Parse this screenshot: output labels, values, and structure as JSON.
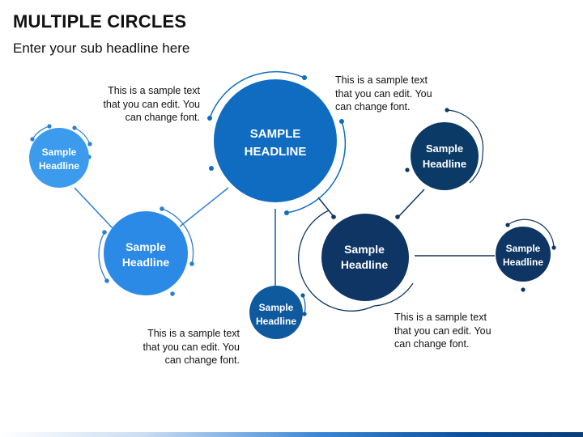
{
  "header": {
    "title": "MULTIPLE CIRCLES",
    "subtitle": "Enter your sub headline here"
  },
  "colors": {
    "center": "#0F6CC1",
    "light": "#3D9BEE",
    "medium": "#2A8AE6",
    "mid_blue": "#0F5A9E",
    "navy": "#0B3A66",
    "dark_navy": "#0E3563",
    "connector_light": "#2B7FD0",
    "connector_dark": "#0E3563"
  },
  "nodes": {
    "center": {
      "line1": "SAMPLE",
      "line2": "HEADLINE"
    },
    "top_left": {
      "line1": "Sample",
      "line2": "Headline"
    },
    "left": {
      "line1": "Sample",
      "line2": "Headline"
    },
    "bottom_middle": {
      "line1": "Sample",
      "line2": "Headline"
    },
    "right": {
      "line1": "Sample",
      "line2": "Headline"
    },
    "top_right": {
      "line1": "Sample",
      "line2": "Headline"
    },
    "far_right": {
      "line1": "Sample",
      "line2": "Headline"
    }
  },
  "notes": {
    "top_left": {
      "l1": "This is a sample text",
      "l2": "that you can edit. You",
      "l3": "can change font."
    },
    "top_right": {
      "l1": "This is a sample text",
      "l2": "that you can edit. You",
      "l3": "can change font."
    },
    "bottom_middle": {
      "l1": "This is a sample text",
      "l2": "that you can edit. You",
      "l3": "can change font."
    },
    "bottom_right": {
      "l1": "This is a sample text",
      "l2": "that you can edit. You",
      "l3": "can change font."
    }
  }
}
